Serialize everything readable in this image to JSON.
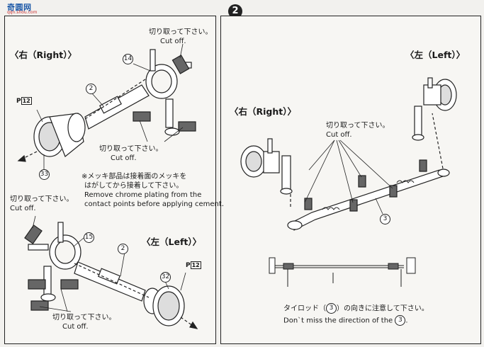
{
  "site_logo": {
    "name": "奇圆网",
    "sub": "qqn.shou.com"
  },
  "step_number": "2",
  "left_panel": {
    "right_label": "〈右（Right）〉",
    "left_label": "〈左（Left）〉",
    "cut_off_jp": "切り取って下さい。",
    "cut_off_en": "Cut off.",
    "parts": {
      "p14": "14",
      "p2": "2",
      "p33": "33",
      "p15": "15",
      "p32": "32"
    },
    "p_ref": {
      "prefix": "P",
      "num": "12"
    },
    "chrome_note": {
      "jp1": "※メッキ部品は接着面のメッキを",
      "jp2": "はがしてから接着して下さい。",
      "en1": "Remove chrome plating from the",
      "en2": "contact points before applying cement."
    }
  },
  "right_panel": {
    "left_label": "〈左（Left）〉",
    "right_label": "〈右（Right）〉",
    "cut_off_jp": "切り取って下さい。",
    "cut_off_en": "Cut off.",
    "part3": "3",
    "tierod_jp_a": "タイロッド（",
    "tierod_jp_b": "）の向きに注意して下さい。",
    "tierod_en_a": "Don`t miss the direction of the",
    "tierod_en_b": "."
  }
}
